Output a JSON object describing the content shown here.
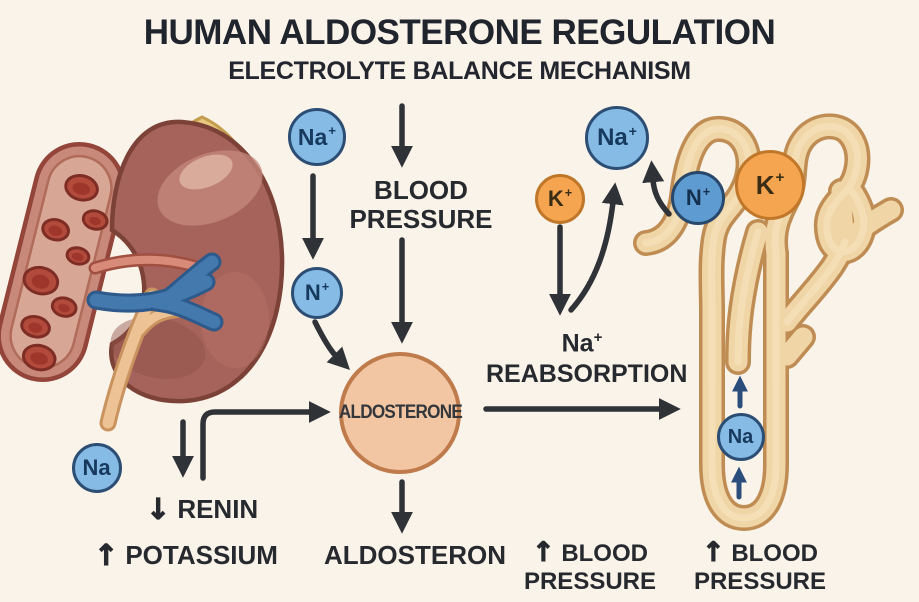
{
  "title": "HUMAN ALDOSTERONE REGULATION",
  "subtitle": "ELECTROLYTE BALANCE MECHANISM",
  "icons": {
    "up_arrow": "↑",
    "down_arrow": "↓"
  },
  "ions": {
    "na_top_left": {
      "base": "Na",
      "sup": "+"
    },
    "n_mid_left": {
      "base": "N",
      "sup": "+"
    },
    "na_top_right": {
      "base": "Na",
      "sup": "+"
    },
    "k_mid": {
      "base": "K",
      "sup": "+"
    },
    "n_right": {
      "base": "N",
      "sup": "+"
    },
    "k_nephron": {
      "base": "K",
      "sup": "+"
    },
    "na_bottom_left": {
      "base": "Na",
      "sup": ""
    },
    "na_loop": {
      "base": "Na",
      "sup": ""
    }
  },
  "labels": {
    "blood_pressure_top": {
      "line1": "BLOOD",
      "line2": "PRESSURE"
    },
    "aldosterone_circle": "ALDOSTERONE",
    "na_reabsorption": {
      "line1_base": "Na",
      "line1_sup": "+",
      "line2": "REABSORPTION"
    },
    "renin": "RENIN",
    "potassium": "POTASSIUM",
    "aldosteron_bottom": "ALDOSTERON",
    "blood_pressure_mid": {
      "line1": "BLOOD",
      "line2": "PRESSURE"
    },
    "blood_pressure_right": {
      "line1": "BLOOD",
      "line2": "PRESSURE"
    }
  },
  "colors": {
    "background": "#FAF3E9",
    "arrow": "#2F3338",
    "navy_arrow": "#2B4D7C",
    "ion_blue": "#85BBE4",
    "ion_blue_dark": "#5E9BD1",
    "ion_orange": "#F5A54F",
    "aldosterone_fill": "#F2C6A2",
    "aldosterone_border": "#C07B4C",
    "tubule_fill": "#F0D5A6",
    "tubule_outline": "#BF8D53",
    "kidney": "#A6635B",
    "adrenal": "#E7C87E",
    "vessel_capsule": "#C8897B",
    "red_cell": "#B24B3C",
    "vein_blue": "#4379AD",
    "text": "#26292E"
  }
}
